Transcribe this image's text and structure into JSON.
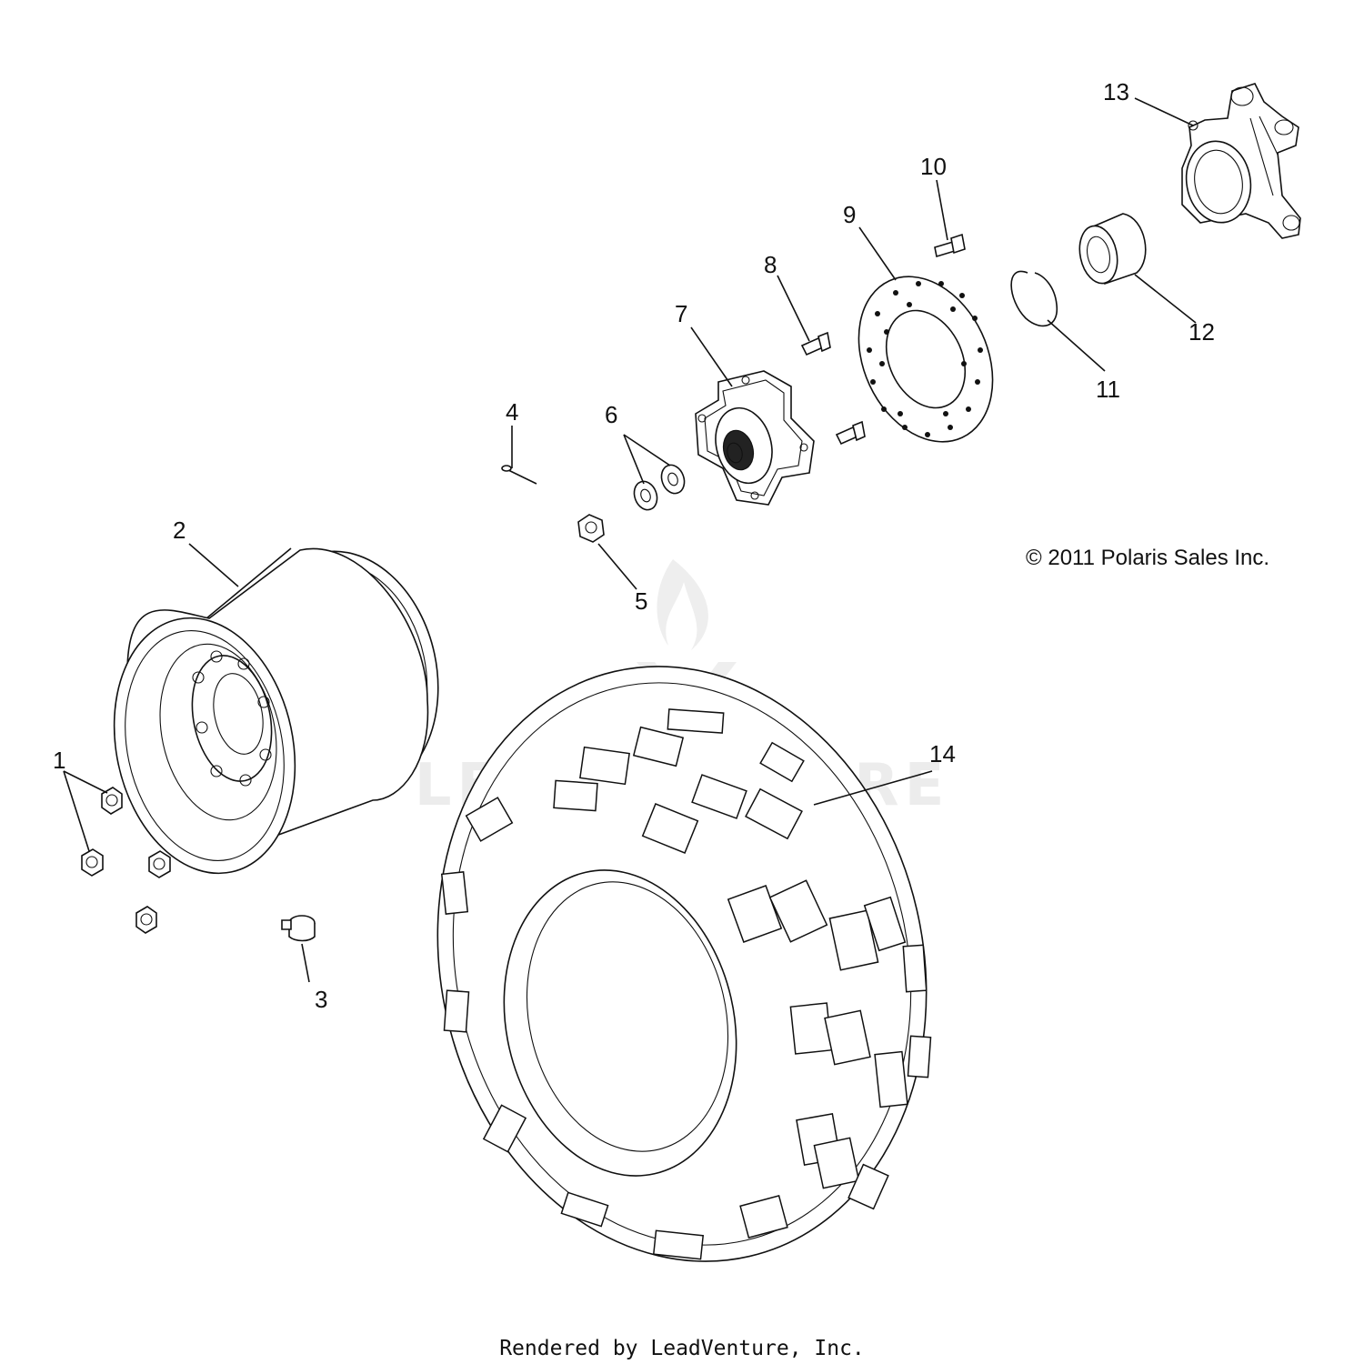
{
  "callouts": {
    "c1": "1",
    "c2": "2",
    "c3": "3",
    "c4": "4",
    "c5": "5",
    "c6": "6",
    "c7": "7",
    "c8": "8",
    "c9": "9",
    "c10": "10",
    "c11": "11",
    "c12": "12",
    "c13": "13",
    "c14": "14"
  },
  "copyright": "© 2011 Polaris Sales Inc.",
  "watermark": "LEADVENTURE",
  "footer": "Rendered by LeadVenture, Inc."
}
